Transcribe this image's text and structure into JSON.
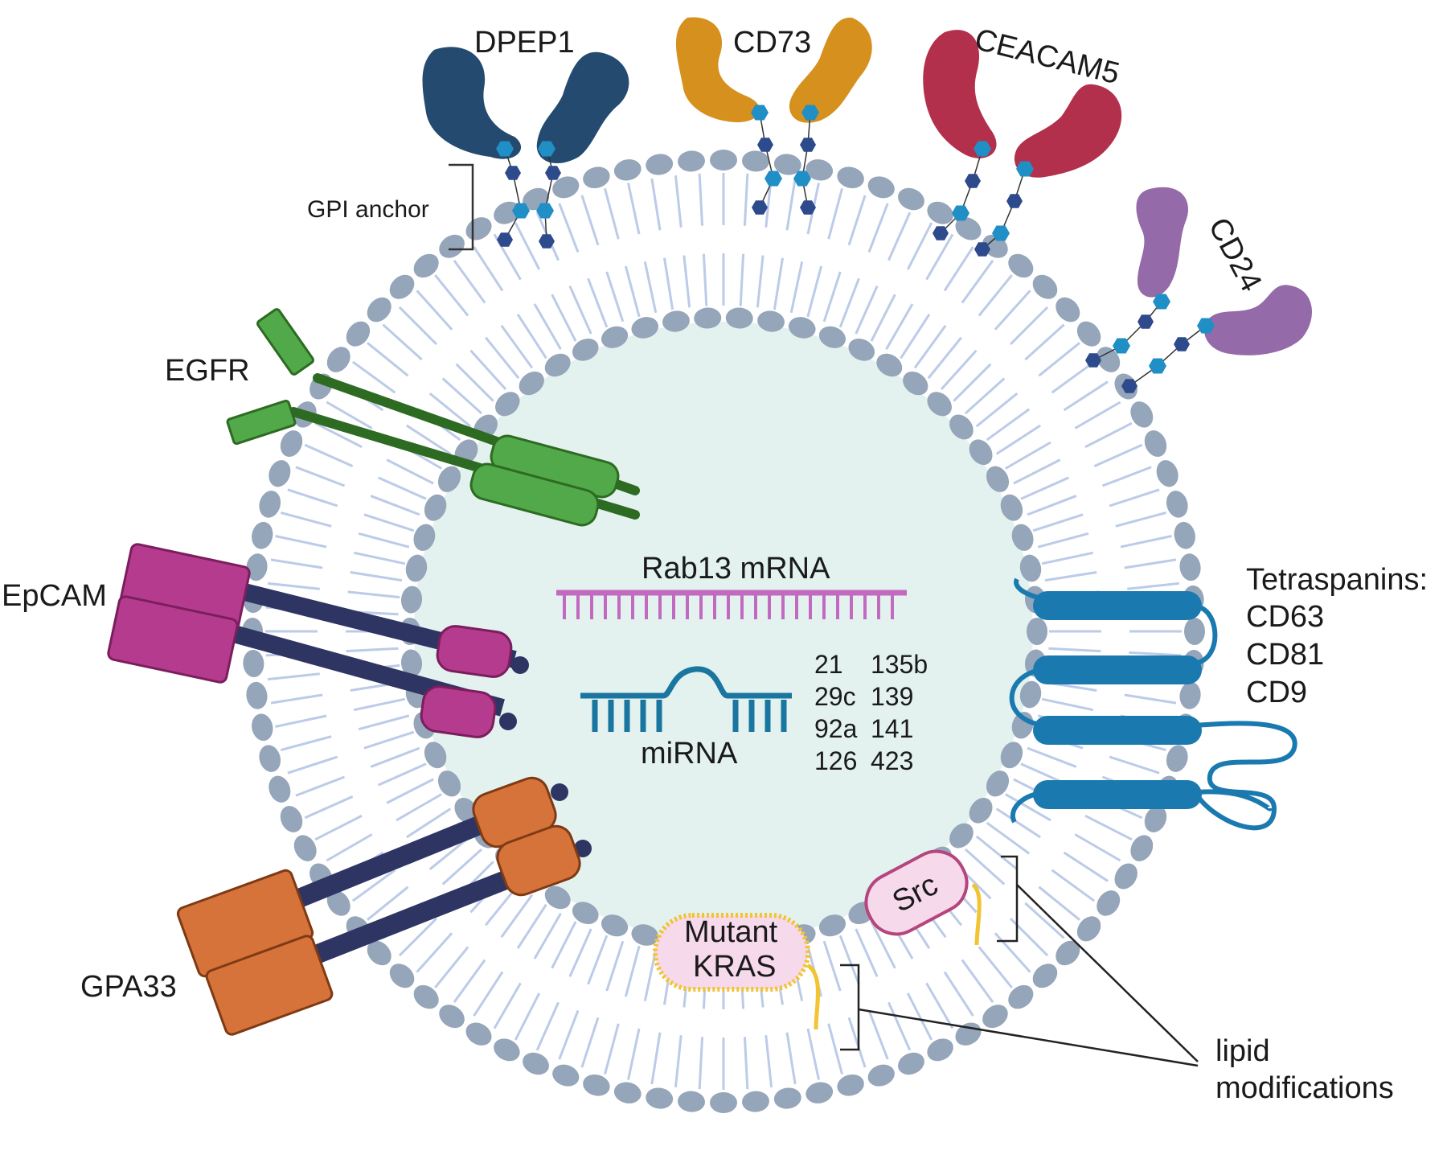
{
  "colors": {
    "lumen": "#e3f2ef",
    "lipid_head": "#95a5ba",
    "lipid_tail": "#bccbe8",
    "dpep1": "#244a70",
    "cd73": "#d6901e",
    "ceacam5": "#b3304c",
    "cd24": "#946aa8",
    "egfr_head": "#52a94a",
    "egfr_stalk": "#2d6b22",
    "epcam": "#b53b8f",
    "gpa33": "#d6733a",
    "stalk_dark": "#2f3563",
    "tetraspanin": "#1a7ab0",
    "glycan_light": "#1f8fc6",
    "glycan_dark": "#2d4a8c",
    "mrna": "#c26ac0",
    "mirna": "#1a75a0",
    "lipid_anchor": "#f2c431",
    "cyto_protein_fill": "#f7d9ec",
    "src_border": "#b5457d"
  },
  "icons": [
    "gpi-anchor-glycan",
    "transmembrane-protein",
    "lipid-bilayer"
  ],
  "labels": {
    "dpep1": "DPEP1",
    "cd73": "CD73",
    "ceacam5": "CEACAM5",
    "cd24": "CD24",
    "gpi_anchor": "GPI anchor",
    "egfr": "EGFR",
    "epcam": "EpCAM",
    "gpa33": "GPA33",
    "tetraspanins_title": "Tetraspanins:",
    "tetraspanins": [
      "CD63",
      "CD81",
      "CD9"
    ],
    "rab13": "Rab13 mRNA",
    "mirna": "miRNA",
    "mirna_ids": [
      [
        "21",
        "135b"
      ],
      [
        "29c",
        "139"
      ],
      [
        "92a",
        "141"
      ],
      [
        "126",
        "423"
      ]
    ],
    "src": "Src",
    "mutant_kras_line1": "Mutant",
    "mutant_kras_line2": "KRAS",
    "lipid_mod_line1": "lipid",
    "lipid_mod_line2": "modifications"
  }
}
